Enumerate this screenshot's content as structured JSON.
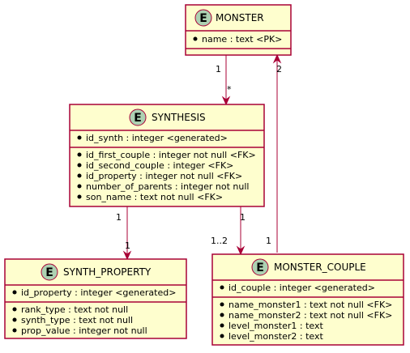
{
  "colors": {
    "entity_fill": "#FEFECE",
    "border": "#A80036",
    "circle_fill": "#ADD1B2"
  },
  "entity_icon": "E",
  "entities": {
    "monster": {
      "title": "MONSTER",
      "keys": [
        "name : text <PK>"
      ],
      "fields": []
    },
    "synthesis": {
      "title": "SYNTHESIS",
      "keys": [
        "id_synth : integer <generated>"
      ],
      "fields": [
        "id_first_couple : integer not null <FK>",
        "id_second_couple : integer <FK>",
        "id_property : integer not null <FK>",
        "number_of_parents : integer not null",
        "son_name : text not null <FK>"
      ]
    },
    "synth_property": {
      "title": "SYNTH_PROPERTY",
      "keys": [
        "id_property : integer <generated>"
      ],
      "fields": [
        "rank_type : text not null",
        "synth_type : text not null",
        "prop_value : integer not null"
      ]
    },
    "monster_couple": {
      "title": "MONSTER_COUPLE",
      "keys": [
        "id_couple : integer <generated>"
      ],
      "fields": [
        "name_monster1 : text not null <FK>",
        "name_monster2 : text not null <FK>",
        "level_monster1 : text",
        "level_monster2 : text"
      ]
    }
  },
  "relations": {
    "monster_synthesis": {
      "from_label": "1",
      "to_label": "*"
    },
    "synthesis_property": {
      "from_label": "1",
      "to_label": "1"
    },
    "synthesis_couple": {
      "from_label": "1",
      "to_label": "1..2"
    },
    "couple_monster": {
      "from_label": "1",
      "to_label": "2"
    }
  }
}
